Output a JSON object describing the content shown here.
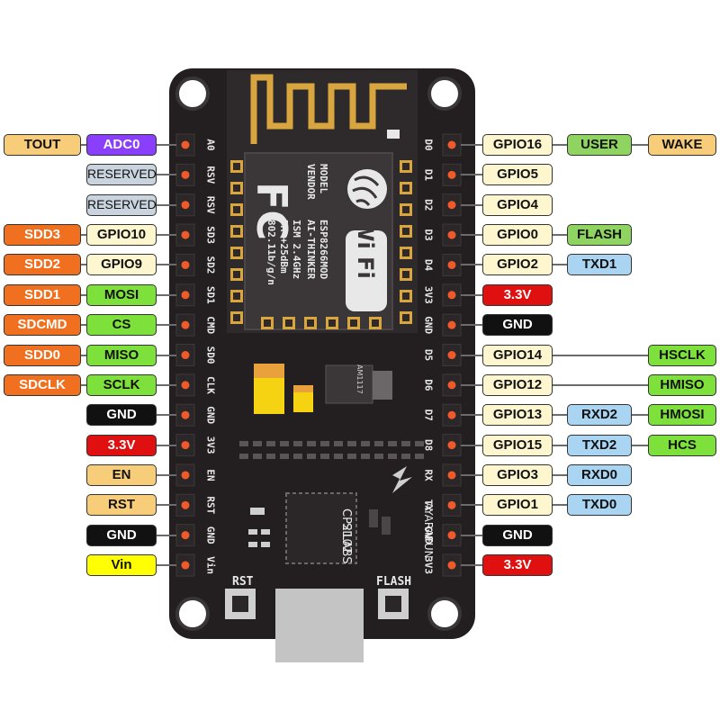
{
  "colors": {
    "purple": "#8a3ffc",
    "orange": "#f07020",
    "green": "#7ee03a",
    "lightyellow": "#fdf6cf",
    "grey": "#c9d4df",
    "black": "#111111",
    "red": "#e01010",
    "tan": "#f8cd79",
    "yellow": "#ffff00",
    "lightblue": "#a9d4f2",
    "lightgreen": "#8fd460",
    "board": "#231f20",
    "pin_dot": "#ef5a2a",
    "gold": "#d9a53f"
  },
  "board": {
    "left_pins": [
      "A0",
      "RSV",
      "RSV",
      "SD3",
      "SD2",
      "SD1",
      "CMD",
      "SD0",
      "CLK",
      "GND",
      "3V3",
      "EN",
      "RST",
      "GND",
      "Vin"
    ],
    "right_pins": [
      "D0",
      "D1",
      "D2",
      "D3",
      "D4",
      "3V3",
      "GND",
      "D5",
      "D6",
      "D7",
      "D8",
      "RX",
      "TX",
      "GND",
      "3V3"
    ],
    "module": {
      "model_lines": [
        "MODEL",
        "VENDOR",
        "ISM 2.4GHz",
        "PA +25dBm",
        "802.11b/g/n"
      ],
      "value_lines": [
        "ESP8266MOD",
        "AI-THINKER"
      ],
      "fc_logo": "FC",
      "wifi_logo": "Wi Fi"
    },
    "regulator": "AM1117",
    "usb_chip_lines": [
      "SILABS",
      "CP2102"
    ],
    "brand": "AYARAFUN",
    "rst_button": "RST",
    "flash_button": "FLASH"
  },
  "left_rows": [
    {
      "pin": "A0",
      "labels": [
        {
          "text": "TOUT",
          "color": "tan"
        },
        {
          "text": "ADC0",
          "color": "purple"
        }
      ]
    },
    {
      "pin": "RSV",
      "labels": [
        {
          "text": "RESERVED",
          "color": "grey"
        }
      ]
    },
    {
      "pin": "RSV",
      "labels": [
        {
          "text": "RESERVED",
          "color": "grey"
        }
      ]
    },
    {
      "pin": "SD3",
      "labels": [
        {
          "text": "SDD3",
          "color": "orange"
        },
        {
          "text": "GPIO10",
          "color": "lightyellow"
        }
      ]
    },
    {
      "pin": "SD2",
      "labels": [
        {
          "text": "SDD2",
          "color": "orange"
        },
        {
          "text": "GPIO9",
          "color": "lightyellow"
        }
      ]
    },
    {
      "pin": "SD1",
      "labels": [
        {
          "text": "SDD1",
          "color": "orange"
        },
        {
          "text": "MOSI",
          "color": "green"
        }
      ]
    },
    {
      "pin": "CMD",
      "labels": [
        {
          "text": "SDCMD",
          "color": "orange"
        },
        {
          "text": "CS",
          "color": "green"
        }
      ]
    },
    {
      "pin": "SD0",
      "labels": [
        {
          "text": "SDD0",
          "color": "orange"
        },
        {
          "text": "MISO",
          "color": "green"
        }
      ]
    },
    {
      "pin": "CLK",
      "labels": [
        {
          "text": "SDCLK",
          "color": "orange"
        },
        {
          "text": "SCLK",
          "color": "green"
        }
      ]
    },
    {
      "pin": "GND",
      "labels": [
        {
          "text": "GND",
          "color": "black"
        }
      ]
    },
    {
      "pin": "3V3",
      "labels": [
        {
          "text": "3.3V",
          "color": "red"
        }
      ]
    },
    {
      "pin": "EN",
      "labels": [
        {
          "text": "EN",
          "color": "tan"
        }
      ]
    },
    {
      "pin": "RST",
      "labels": [
        {
          "text": "RST",
          "color": "tan"
        }
      ]
    },
    {
      "pin": "GND",
      "labels": [
        {
          "text": "GND",
          "color": "black"
        }
      ]
    },
    {
      "pin": "Vin",
      "labels": [
        {
          "text": "Vin",
          "color": "yellow"
        }
      ]
    }
  ],
  "right_rows": [
    {
      "pin": "D0",
      "labels": [
        {
          "text": "GPIO16",
          "color": "lightyellow"
        },
        {
          "text": "USER",
          "color": "lightgreen"
        },
        {
          "text": "WAKE",
          "color": "tan"
        }
      ]
    },
    {
      "pin": "D1",
      "labels": [
        {
          "text": "GPIO5",
          "color": "lightyellow"
        }
      ]
    },
    {
      "pin": "D2",
      "labels": [
        {
          "text": "GPIO4",
          "color": "lightyellow"
        }
      ]
    },
    {
      "pin": "D3",
      "labels": [
        {
          "text": "GPIO0",
          "color": "lightyellow"
        },
        {
          "text": "FLASH",
          "color": "lightgreen"
        }
      ]
    },
    {
      "pin": "D4",
      "labels": [
        {
          "text": "GPIO2",
          "color": "lightyellow"
        },
        {
          "text": "TXD1",
          "color": "lightblue"
        }
      ]
    },
    {
      "pin": "3V3",
      "labels": [
        {
          "text": "3.3V",
          "color": "red"
        }
      ]
    },
    {
      "pin": "GND",
      "labels": [
        {
          "text": "GND",
          "color": "black"
        }
      ]
    },
    {
      "pin": "D5",
      "labels": [
        {
          "text": "GPIO14",
          "color": "lightyellow"
        },
        {
          "text": "HSCLK",
          "color": "green",
          "slot": "far"
        }
      ]
    },
    {
      "pin": "D6",
      "labels": [
        {
          "text": "GPIO12",
          "color": "lightyellow"
        },
        {
          "text": "HMISO",
          "color": "green",
          "slot": "far"
        }
      ]
    },
    {
      "pin": "D7",
      "labels": [
        {
          "text": "GPIO13",
          "color": "lightyellow"
        },
        {
          "text": "RXD2",
          "color": "lightblue"
        },
        {
          "text": "HMOSI",
          "color": "green"
        }
      ]
    },
    {
      "pin": "D8",
      "labels": [
        {
          "text": "GPIO15",
          "color": "lightyellow"
        },
        {
          "text": "TXD2",
          "color": "lightblue"
        },
        {
          "text": "HCS",
          "color": "green"
        }
      ]
    },
    {
      "pin": "RX",
      "labels": [
        {
          "text": "GPIO3",
          "color": "lightyellow"
        },
        {
          "text": "RXD0",
          "color": "lightblue"
        }
      ]
    },
    {
      "pin": "TX",
      "labels": [
        {
          "text": "GPIO1",
          "color": "lightyellow"
        },
        {
          "text": "TXD0",
          "color": "lightblue"
        }
      ]
    },
    {
      "pin": "GND",
      "labels": [
        {
          "text": "GND",
          "color": "black"
        }
      ]
    },
    {
      "pin": "3V3",
      "labels": [
        {
          "text": "3.3V",
          "color": "red"
        }
      ]
    }
  ]
}
